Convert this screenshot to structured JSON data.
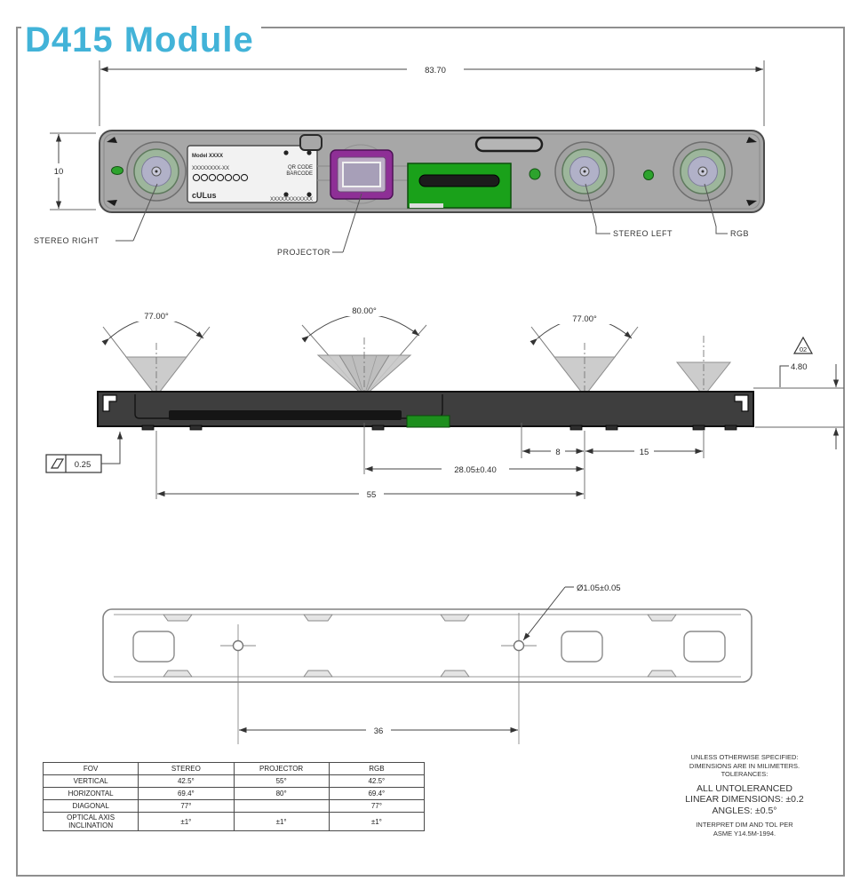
{
  "title": "D415 Module",
  "colors": {
    "title_accent": "#42b3d8",
    "body_gray": "#a7a7a7",
    "connector_green": "#1aa11a",
    "projector_purple": "#8e2f96",
    "side_bar_dark": "#3e3e3e",
    "led_green": "#2da32d"
  },
  "front_view": {
    "dim_width": "83.70",
    "dim_height": "10",
    "labels": {
      "stereo_right": "STEREO RIGHT",
      "projector": "PROJECTOR",
      "stereo_left": "STEREO LEFT",
      "rgb": "RGB"
    },
    "plate": {
      "model": "Model XXXX",
      "part": "XXXXXXXX-XX",
      "cert": "cULus",
      "qr1": "QR CODE",
      "qr2": "BARCODE",
      "serial": "XXXXXXXXXXXX"
    }
  },
  "fov_view": {
    "angle_stereo_right": "77.00°",
    "angle_projector": "80.00°",
    "angle_stereo_left": "77.00°",
    "rev_flag": "02",
    "dim_thickness": "4.80",
    "flatness_tol": "0.25",
    "dim_8": "8",
    "dim_15": "15",
    "dim_projector_offset": "28.05±0.40",
    "dim_baseline": "55"
  },
  "back_view": {
    "hole_diameter": "Ø1.05±0.05",
    "dim_hole_spacing": "36"
  },
  "table": {
    "headers": [
      "FOV",
      "STEREO",
      "PROJECTOR",
      "RGB"
    ],
    "rows": [
      {
        "cells": [
          "VERTICAL",
          "42.5°",
          "55°",
          "42.5°"
        ]
      },
      {
        "cells": [
          "HORIZONTAL",
          "69.4°",
          "80°",
          "69.4°"
        ]
      },
      {
        "cells": [
          "DIAGONAL",
          "77°",
          "",
          "77°"
        ]
      },
      {
        "cells": [
          "OPTICAL AXIS INCLINATION",
          "±1°",
          "±1°",
          "±1°"
        ]
      }
    ]
  },
  "notes": {
    "small_top": [
      "UNLESS OTHERWISE SPECIFIED:",
      "DIMENSIONS ARE IN MILIMETERS.",
      "TOLERANCES:"
    ],
    "main": [
      "ALL UNTOLERANCED",
      "LINEAR DIMENSIONS: ±0.2",
      "ANGLES: ±0.5°"
    ],
    "small_bottom": [
      "INTERPRET DIM AND TOL PER",
      "ASME Y14.5M-1994."
    ]
  }
}
